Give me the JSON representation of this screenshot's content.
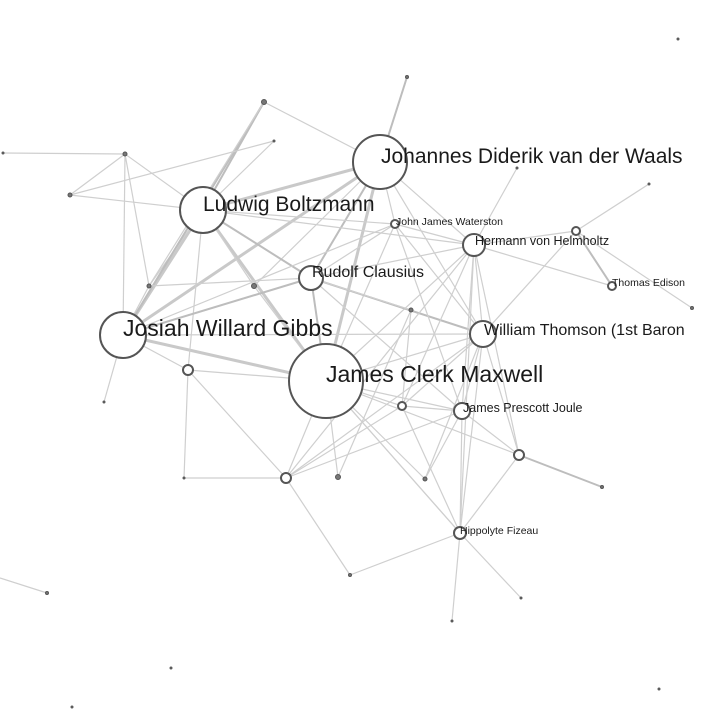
{
  "graph": {
    "labels": {
      "maxwell": "James Clerk Maxwell",
      "vanderwaals": "Johannes Diderik van der Waals",
      "boltzmann": "Ludwig Boltzmann",
      "gibbs": "Josiah Willard Gibbs",
      "clausius": "Rudolf Clausius",
      "thomson": "William Thomson (1st Baron",
      "helmholtz": "Hermann von Helmholtz",
      "joule": "James Prescott Joule",
      "waterston": "John James Waterston",
      "edison": "Thomas Edison",
      "fizeau": "Hippolyte Fizeau"
    }
  }
}
